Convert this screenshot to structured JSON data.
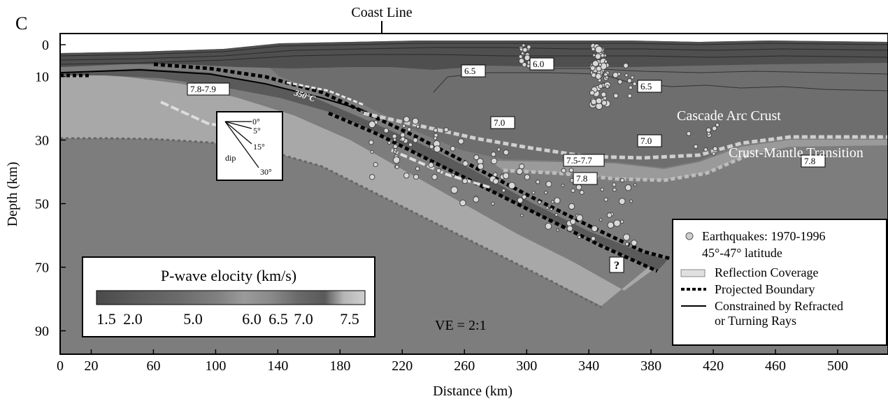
{
  "panel_letter": "C",
  "title": "",
  "coast_line_label": "Coast Line",
  "x_axis": {
    "label": "Distance (km)",
    "ticks": [
      "0",
      "20",
      "60",
      "100",
      "140",
      "180",
      "220",
      "260",
      "300",
      "340",
      "380",
      "420",
      "460",
      "500"
    ],
    "range": [
      0,
      530
    ]
  },
  "y_axis": {
    "label": "Depth (km)",
    "ticks": [
      "0",
      "10",
      "30",
      "50",
      "70",
      "90"
    ],
    "range": [
      0,
      97
    ]
  },
  "velocity_labels": [
    "6.5",
    "6.0",
    "6.5",
    "7.8-7.9",
    "7.0",
    "7.0",
    "7.5-7.7",
    "7.8",
    "7.8"
  ],
  "temperature_label": "350°C",
  "region_labels": {
    "arc_crust": "Cascade Arc Crust",
    "transition": "Crust-Mantle Transition"
  },
  "question_mark": "?",
  "dip_box": {
    "label": "dip",
    "angles": [
      "0°",
      "5°",
      "15°",
      "30°"
    ]
  },
  "colorbar": {
    "title": "P-wave elocity (km/s)",
    "ticks": [
      "1.5",
      "2.0",
      "5.0",
      "6.0",
      "6.5",
      "7.0",
      "7.5"
    ]
  },
  "ve_label": "VE = 2:1",
  "legend": {
    "earthquakes": "Earthquakes: 1970-1996",
    "latitude": "45°-47° latitude",
    "reflection": "Reflection Coverage",
    "projected": "Projected Boundary",
    "constrained_1": "Constrained by Refracted",
    "constrained_2": "or Turning Rays"
  },
  "colors": {
    "mantle": "#7d7d7d",
    "slab": "#a8a8a8",
    "oceanic_crust": "#5a5a5a",
    "arc_crust": "#6e6e6e",
    "sediments": "#4a4a4a",
    "earthquake": "#d9d9d9"
  }
}
